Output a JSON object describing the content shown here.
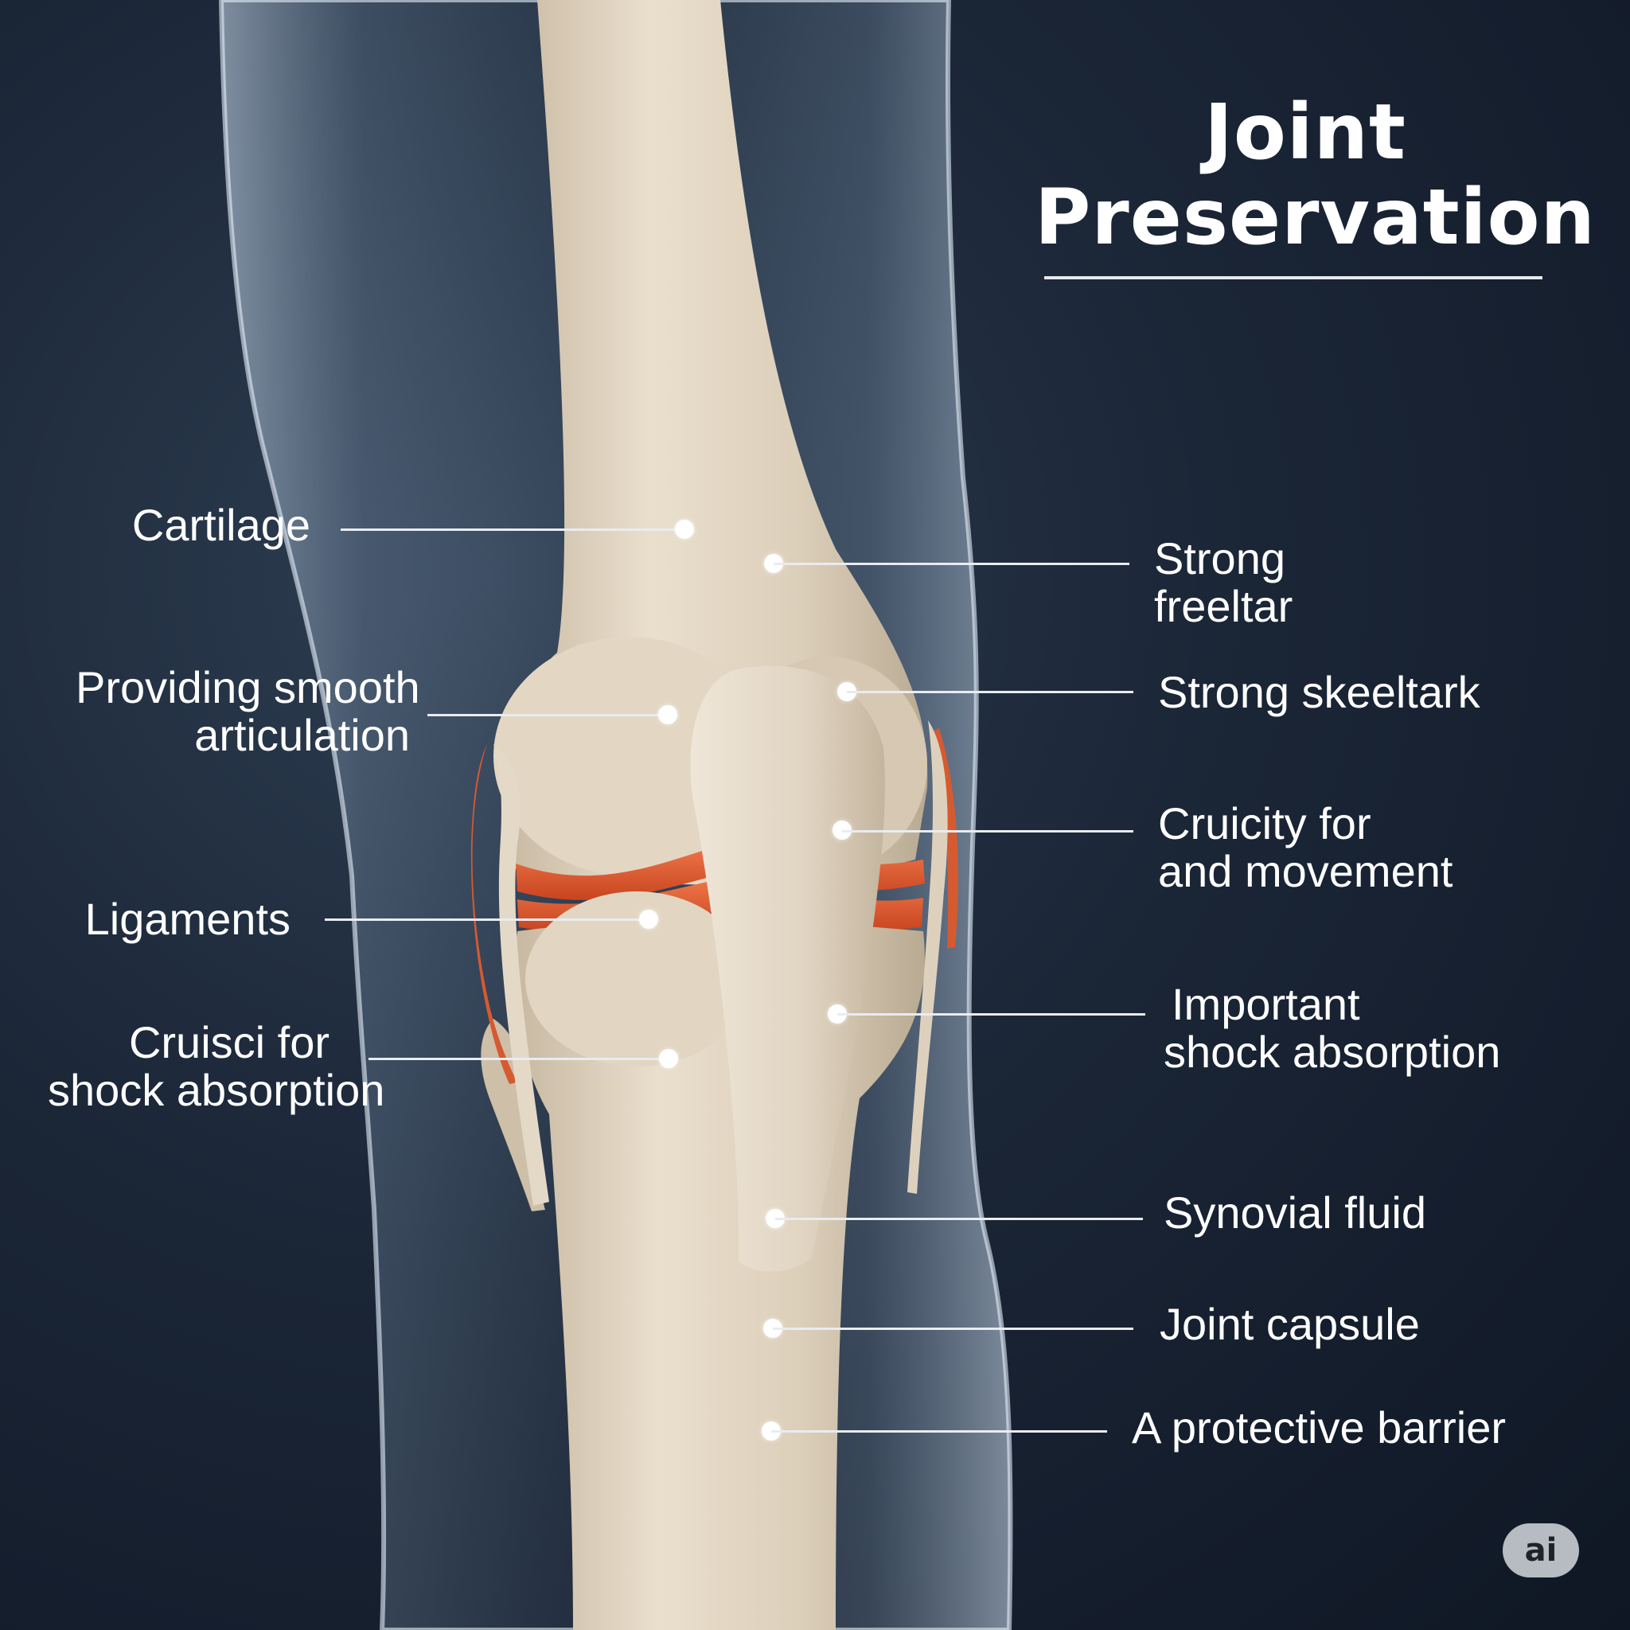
{
  "title": {
    "line1": "Joint",
    "line2": "Preservation"
  },
  "labels_left": [
    {
      "id": "cartilage",
      "lines": [
        "Cartilage"
      ]
    },
    {
      "id": "providing-smooth-articulation",
      "lines": [
        "Providing smooth",
        "articulation"
      ]
    },
    {
      "id": "ligaments",
      "lines": [
        "Ligaments"
      ]
    },
    {
      "id": "cruisci-for-shock-absorption",
      "lines": [
        "Cruisci for",
        "shock absorption"
      ]
    }
  ],
  "labels_right": [
    {
      "id": "strong-freeltar",
      "lines": [
        "Strong",
        "freeltar"
      ]
    },
    {
      "id": "strong-skeeltark",
      "lines": [
        "Strong skeeltark"
      ]
    },
    {
      "id": "cruicity-for-and-movement",
      "lines": [
        "Cruicity for",
        "and movement"
      ]
    },
    {
      "id": "important-shock-absorption",
      "lines": [
        "Important",
        "shock absorption"
      ]
    },
    {
      "id": "synovial-fluid",
      "lines": [
        "Synovial fluid"
      ]
    },
    {
      "id": "joint-capsule",
      "lines": [
        "Joint capsule"
      ]
    },
    {
      "id": "a-protective-barrier",
      "lines": [
        "A protective barrier"
      ]
    }
  ],
  "badge": {
    "text": "ai"
  },
  "colors": {
    "background": "#162131",
    "bone": "#ddd0bc",
    "meniscus": "#e0592f",
    "leader_line": "#e8ecf1"
  }
}
